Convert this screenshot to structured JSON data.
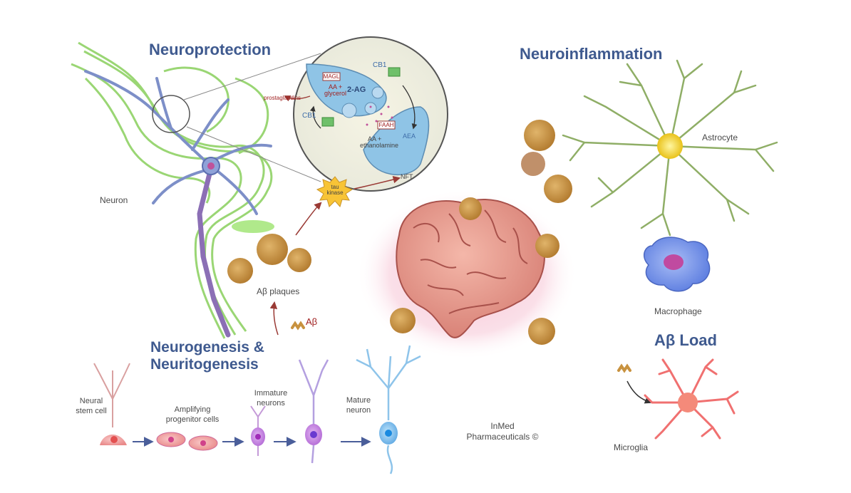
{
  "headings": {
    "neuroprotection": "Neuroprotection",
    "neuroinflammation": "Neuroinflammation",
    "neurogenesis_line1": "Neurogenesis &",
    "neurogenesis_line2": "Neuritogenesis",
    "abeta_load": "Aβ Load"
  },
  "labels": {
    "neuron": "Neuron",
    "abeta_plaques": "Aβ plaques",
    "abeta": "Aβ",
    "astrocyte": "Astrocyte",
    "macrophage": "Macrophage",
    "microglia": "Microglia",
    "neural_stem_line1": "Neural",
    "neural_stem_line2": "stem cell",
    "amplifying_line1": "Amplifying",
    "amplifying_line2": "progenitor cells",
    "immature_line1": "Immature",
    "immature_line2": "neurons",
    "mature_line1": "Mature",
    "mature_line2": "neuron",
    "credit_line1": "InMed",
    "credit_line2": "Pharmaceuticals ©"
  },
  "synapse": {
    "cb1_top": "CB1",
    "cb1_left": "CB1",
    "magl": "MAGL",
    "two_ag": "2-AG",
    "aa_glycerol_line1": "AA +",
    "aa_glycerol_line2": "glycerol",
    "prostaglandins": "prostaglandins",
    "faah": "FAAH",
    "aea": "AEA",
    "aa_ethanolamine_line1": "AA +",
    "aa_ethanolamine_line2": "ethanolamine",
    "tau_kinase_line1": "tau",
    "tau_kinase_line2": "kinase",
    "nft": "NFT"
  },
  "colors": {
    "heading": "#3f5a8f",
    "myelin_green": "#8fd16a",
    "neuron_blue": "#7d8fc8",
    "brain_pink": "#e39a92",
    "brain_glow": "#f3b7c9",
    "plaque": "#c8923f",
    "astrocyte_yellow": "#f3d21d",
    "astrocyte_branch": "#8fae66",
    "macrophage_blue": "#6f8ee8",
    "microglia_red": "#f07070",
    "arrow_red": "#9a3a35",
    "arrow_blue": "#4a5e9a"
  }
}
